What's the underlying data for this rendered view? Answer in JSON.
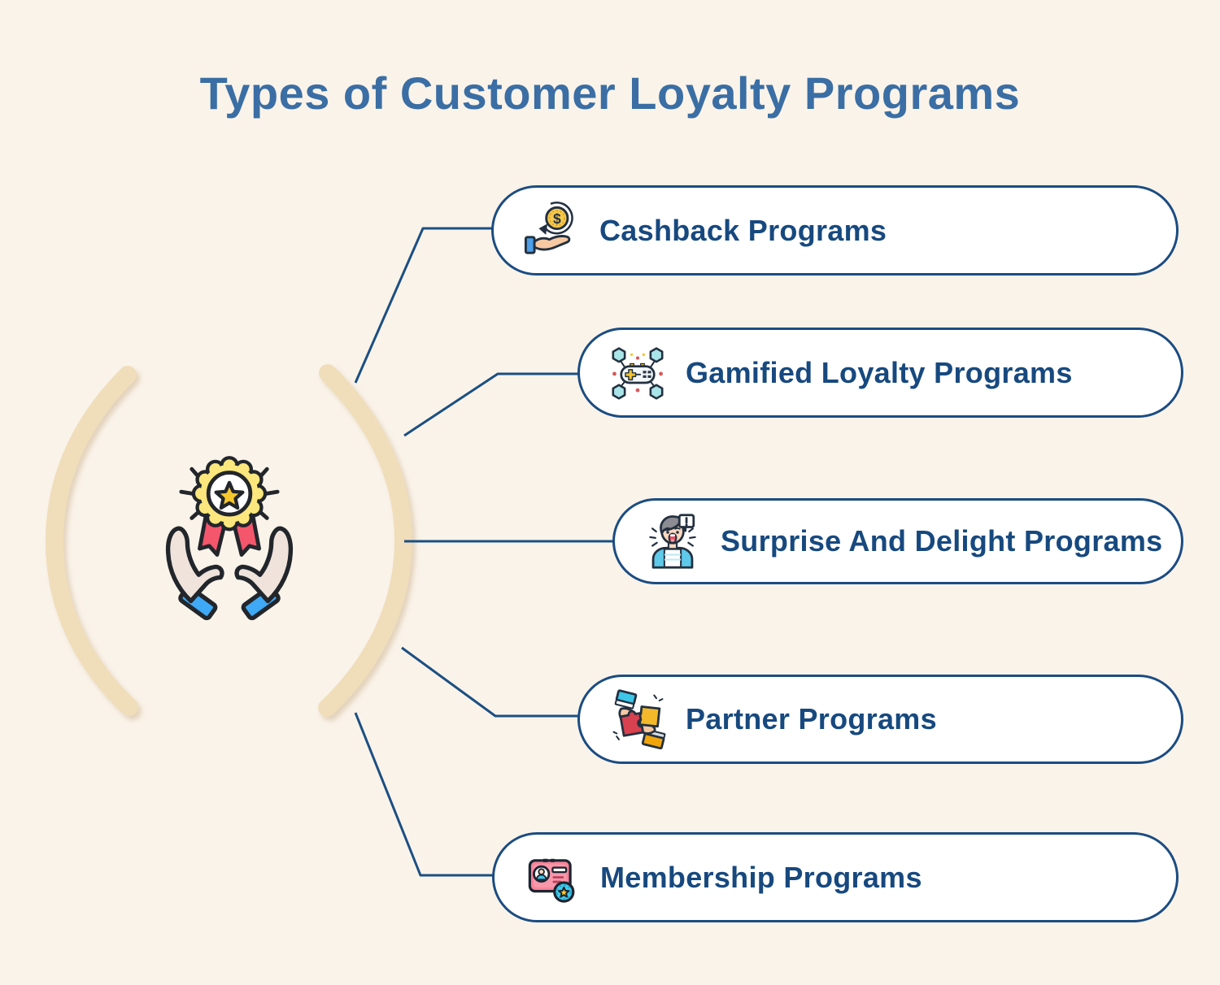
{
  "title": "Types of Customer Loyalty Programs",
  "center": {
    "icon": "hands-holding-award-badge"
  },
  "programs": [
    {
      "label": "Cashback Programs",
      "icon": "cashback-coin-hand-icon"
    },
    {
      "label": "Gamified Loyalty Programs",
      "icon": "game-controller-network-icon"
    },
    {
      "label": "Surprise And Delight Programs",
      "icon": "surprised-person-icon"
    },
    {
      "label": "Partner Programs",
      "icon": "hands-puzzle-pieces-icon"
    },
    {
      "label": "Membership Programs",
      "icon": "membership-card-star-badge-icon"
    }
  ],
  "colors": {
    "background": "#FAF3E9",
    "title_text": "#3A6EA4",
    "pill_border": "#1B4C82",
    "pill_text": "#17497F",
    "connector": "#1B4F82",
    "arc": "#F0DDBA",
    "pill_fill": "#FFFFFF"
  }
}
